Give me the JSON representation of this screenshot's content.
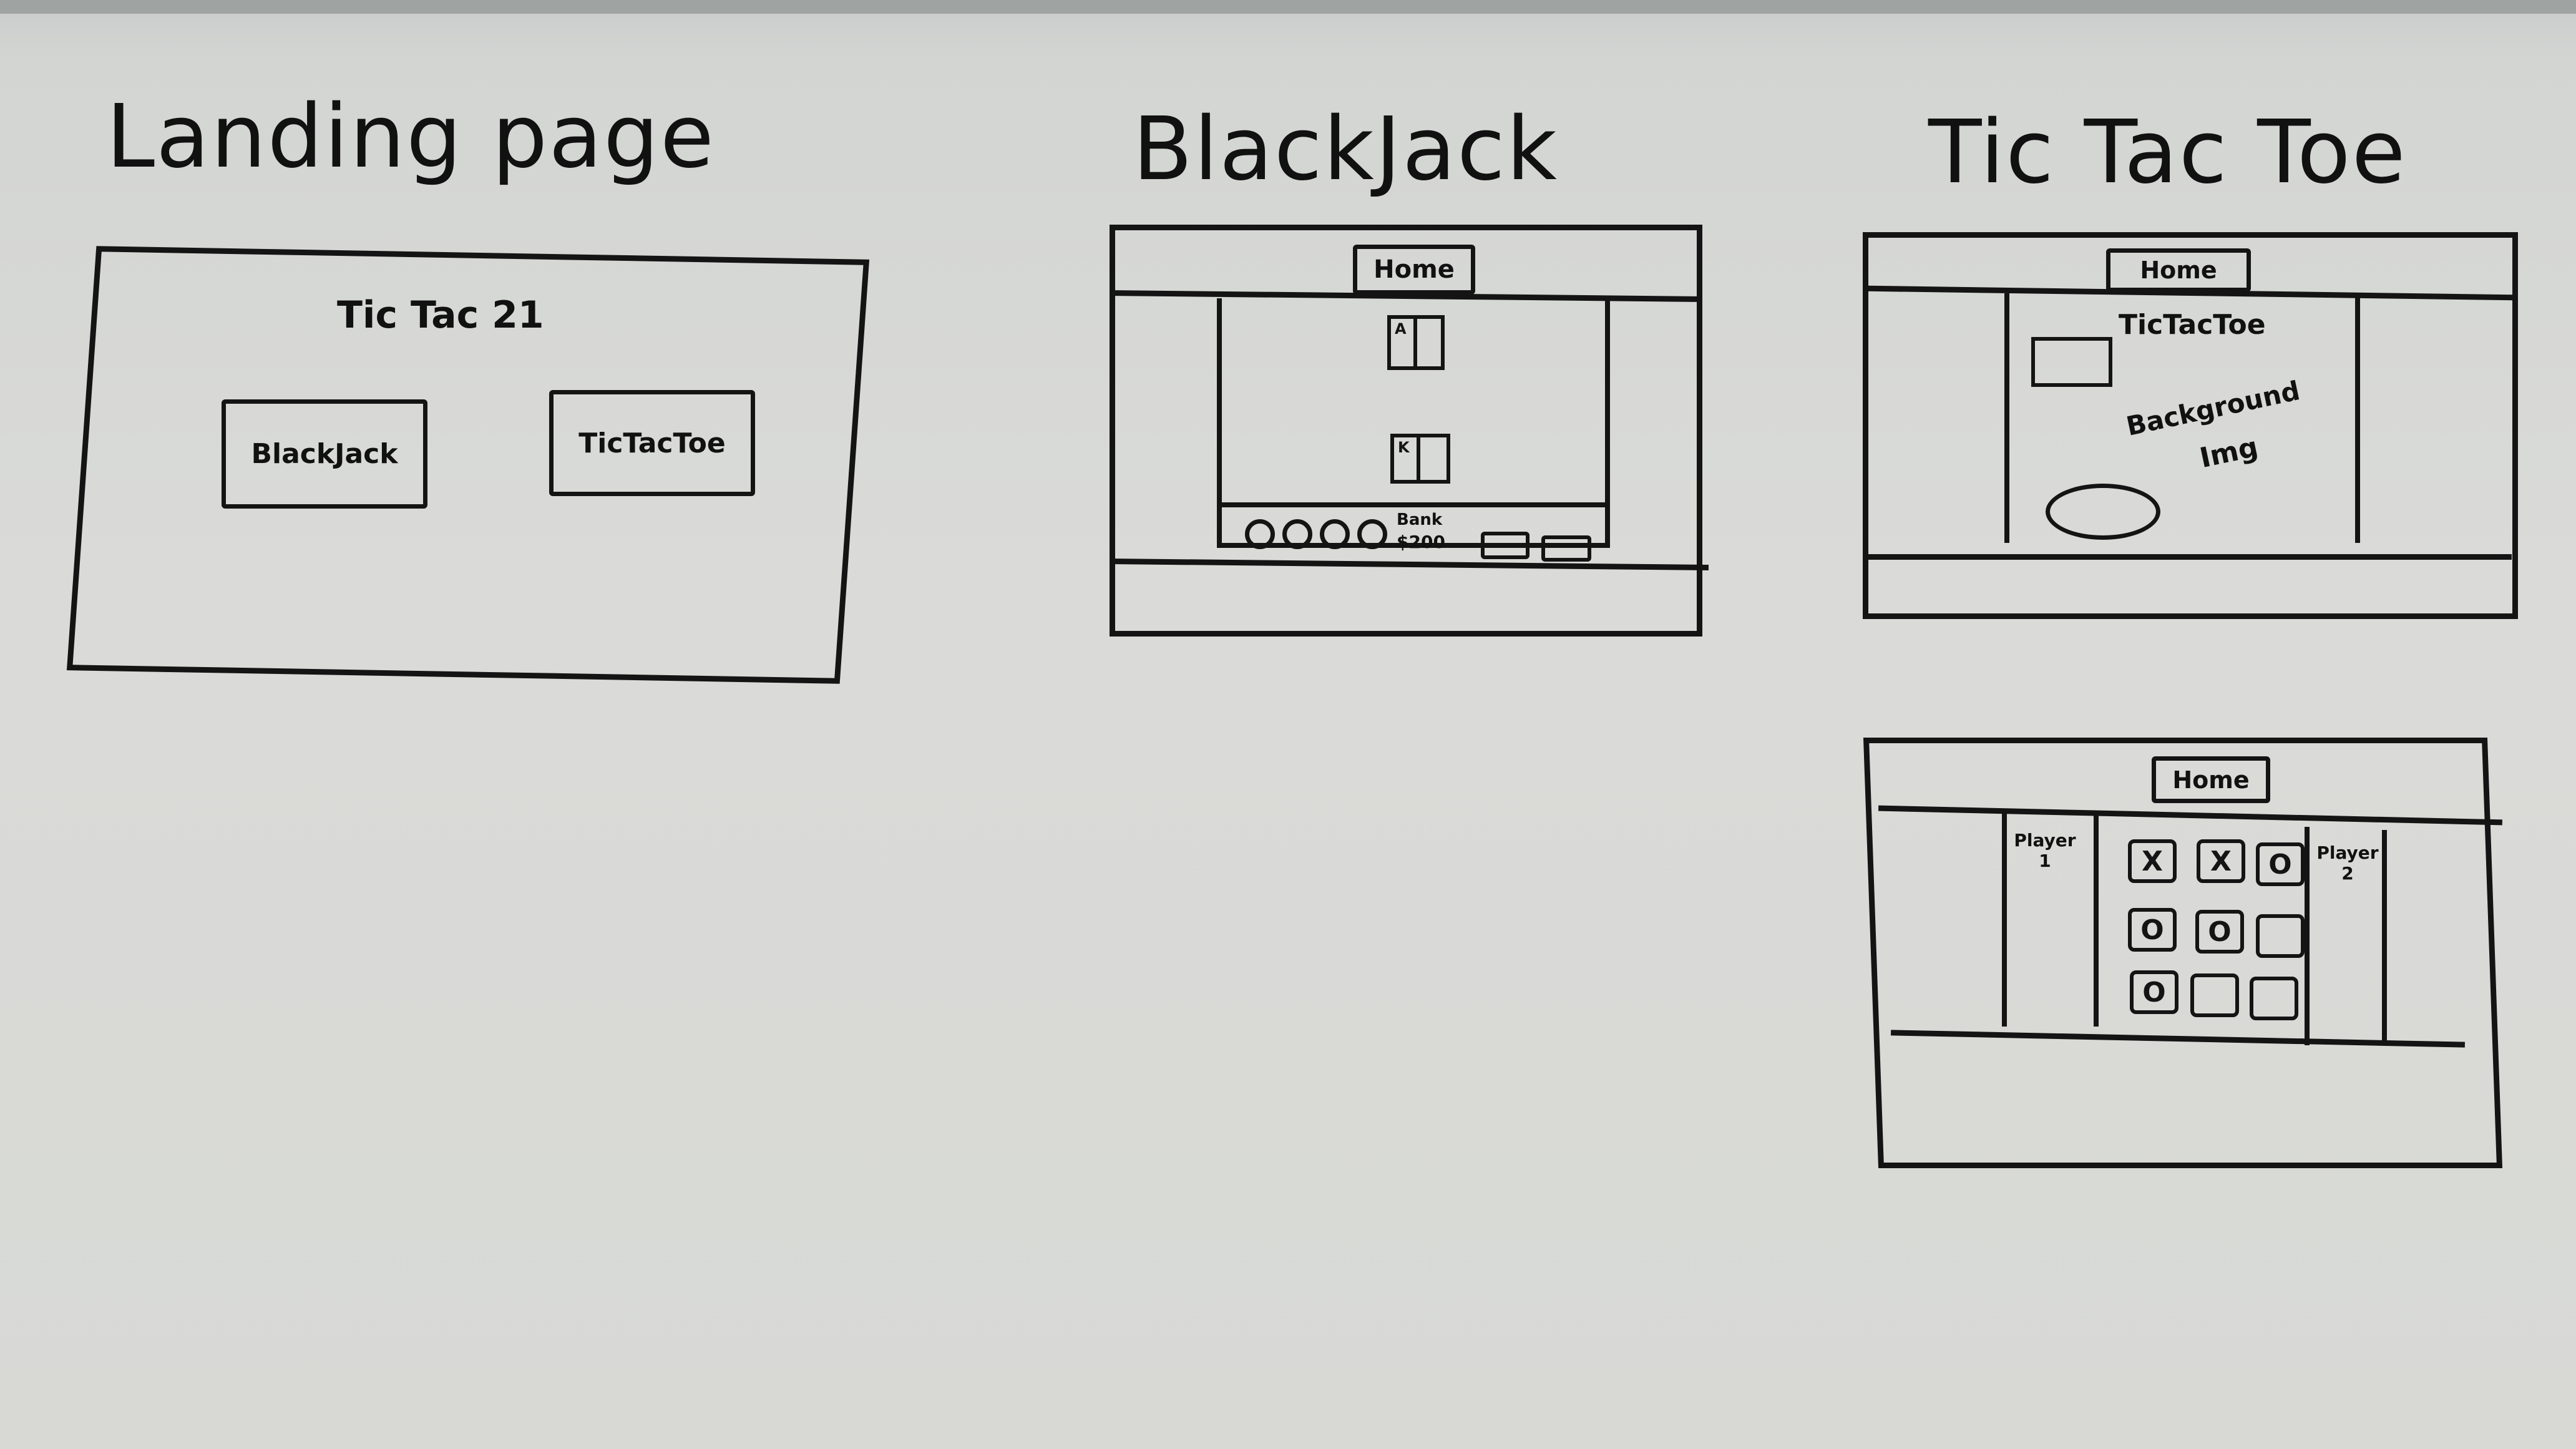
{
  "headings": {
    "landing": "Landing page",
    "blackjack": "BlackJack",
    "tictactoe": "Tic Tac Toe"
  },
  "landing": {
    "title": "Tic Tac 21",
    "blackjack_button": "BlackJack",
    "tictactoe_button": "TicTacToe"
  },
  "blackjack": {
    "home_button": "Home",
    "dealer_card": "A",
    "player_card": "K",
    "chips": [
      "O",
      "O",
      "O",
      "O"
    ],
    "bank_label": "Bank",
    "bank_value": "$200"
  },
  "tictactoe_intro": {
    "home_button": "Home",
    "title": "TicTacToe",
    "background_label": "Background",
    "background_label_2": "Img"
  },
  "tictactoe_game": {
    "home_button": "Home",
    "player_left": "Player 1",
    "player_right": "Player 2",
    "board": [
      "X",
      "X",
      "O",
      "O",
      "O",
      "",
      "O",
      "",
      ""
    ]
  },
  "colors": {
    "ink": "#141414",
    "board": "#dadbd8"
  }
}
